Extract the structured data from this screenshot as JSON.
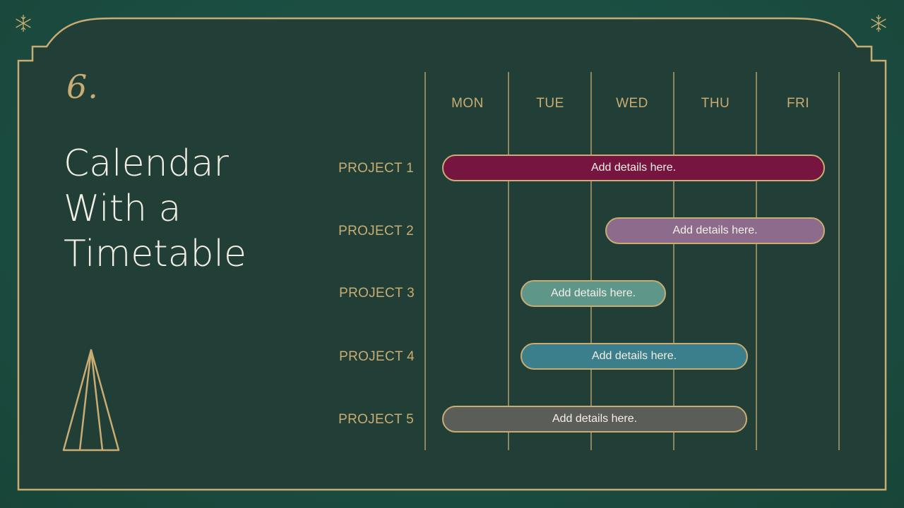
{
  "slide": {
    "number": "6.",
    "title_lines": [
      "Calendar",
      "With a",
      "Timetable"
    ]
  },
  "days": [
    "MON",
    "TUE",
    "WED",
    "THU",
    "FRI"
  ],
  "projects": [
    {
      "label": "PROJECT 1",
      "detail": "Add details here.",
      "start_day": "MON",
      "end_day": "FRI",
      "color": "#761540"
    },
    {
      "label": "PROJECT 2",
      "detail": "Add details here.",
      "start_day": "WED",
      "end_day": "FRI",
      "color": "#8c6b8c"
    },
    {
      "label": "PROJECT 3",
      "detail": "Add details here.",
      "start_day": "TUE",
      "end_day": "WED",
      "color": "#5e978a"
    },
    {
      "label": "PROJECT 4",
      "detail": "Add details here.",
      "start_day": "TUE",
      "end_day": "THU",
      "color": "#3b7e8c"
    },
    {
      "label": "PROJECT 5",
      "detail": "Add details here.",
      "start_day": "MON",
      "end_day": "THU",
      "color": "#5b5d59"
    }
  ],
  "colors": {
    "gold": "#c9ac72",
    "panel": "#213f37",
    "background": "#1b4d41"
  },
  "icons": [
    "snowflake-icon",
    "pine-tree-icon"
  ]
}
